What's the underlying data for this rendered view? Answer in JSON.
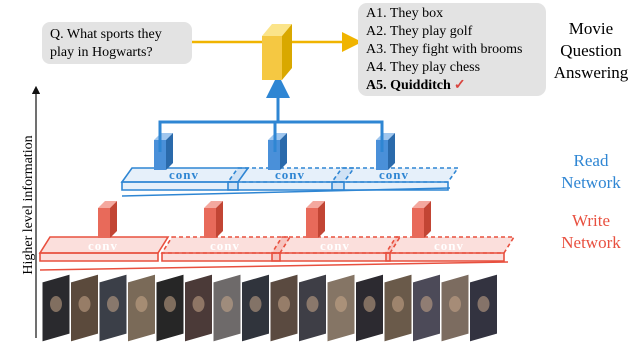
{
  "question": {
    "line1": "Q. What sports they",
    "line2": "play in Hogwarts?"
  },
  "answers": [
    "A1. They box",
    "A2. They play golf",
    "A3. They fight with brooms",
    "A4. They play chess"
  ],
  "correct_answer": "A5. Quidditch",
  "check_mark": "✓",
  "task_label": [
    "Movie",
    "Question",
    "Answering"
  ],
  "read_network_label": [
    "Read",
    "Network"
  ],
  "write_network_label": [
    "Write",
    "Network"
  ],
  "axis_label": "Higher level information",
  "conv_label": "conv",
  "colors": {
    "read": "#2f86d3",
    "write": "#e8503f",
    "read_block": "#4a90d9",
    "write_block": "#e86a5a",
    "answer_block": "#f5c842",
    "arrow_yellow": "#f0b400"
  },
  "frames": {
    "count": 16
  }
}
